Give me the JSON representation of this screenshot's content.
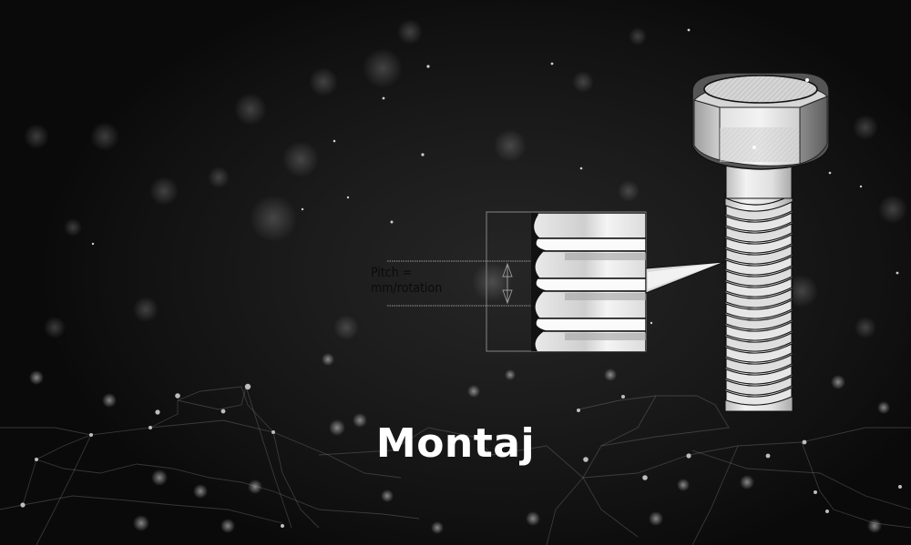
{
  "banner": {
    "title": "Montaj",
    "background_color": "#0d0d0d",
    "title_color": "#ffffff"
  },
  "illustration": {
    "subject": "hex-bolt",
    "callout": {
      "label_line1": "Pitch =",
      "label_line2": "mm/rotation",
      "label_color": "#0b0b0b"
    }
  },
  "decor": {
    "background_style": "bokeh-particles",
    "network_style": "plexus-lines-and-nodes"
  }
}
